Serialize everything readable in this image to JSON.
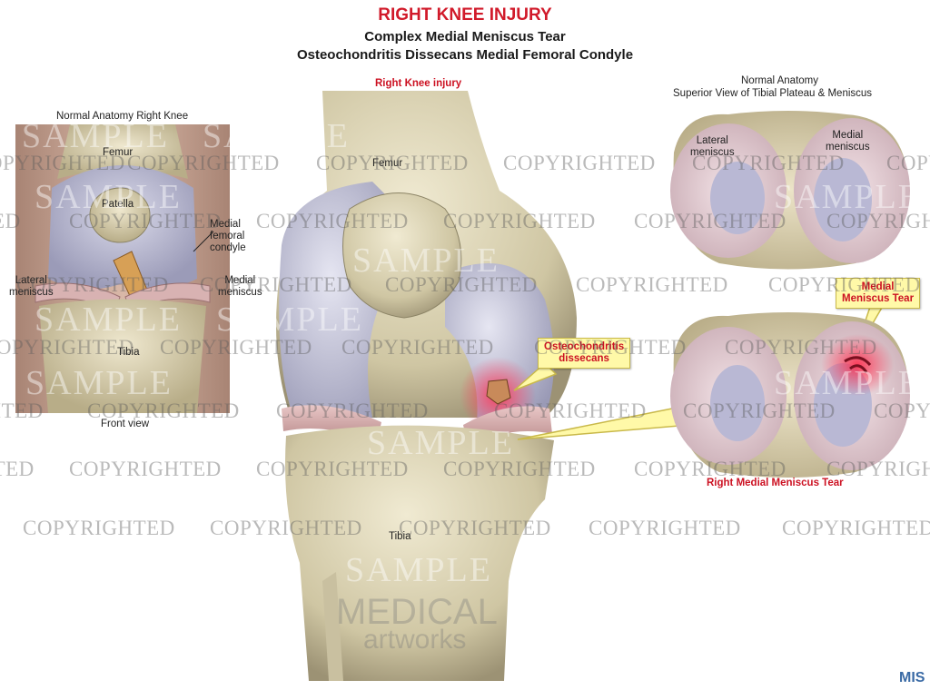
{
  "header": {
    "title": "RIGHT KNEE INJURY",
    "subtitle_1": "Complex Medial Meniscus Tear",
    "subtitle_2": "Osteochondritis Dissecans Medial  Femoral Condyle"
  },
  "left_panel": {
    "title": "Normal Anatomy Right Knee",
    "labels": {
      "femur": "Femur",
      "patella": "Patella",
      "medial_femoral_condyle": "Medial\nfemoral\ncondyle",
      "lateral_meniscus": "Lateral\nmeniscus",
      "medial_meniscus": "Medial\nmeniscus",
      "tibia": "Tibia"
    },
    "caption": "Front view"
  },
  "center_panel": {
    "title": "Right Knee injury",
    "labels": {
      "femur": "Femur",
      "tibia": "Tibia"
    },
    "callout": "Osteochondritis\ndissecans"
  },
  "right_panel": {
    "title_1": "Normal Anatomy",
    "title_2": "Superior View of Tibial Plateau & Meniscus",
    "labels": {
      "lateral_meniscus": "Lateral\nmeniscus",
      "medial_meniscus": "Medial\nmeniscus"
    },
    "callout": "Medial\nMeniscus Tear",
    "caption": "Right Medial Meniscus Tear"
  },
  "watermarks": {
    "copyrighted": "COPYRIGHTED",
    "sample": "SAMPLE",
    "brand_1": "MEDICAL",
    "brand_2": "artworks",
    "logo": "MIS"
  },
  "colors": {
    "title_red": "#d11a2a",
    "callout_bg": "#fff9a8",
    "bone": "#d9d2b4",
    "cartilage": "#b9b9cf",
    "meniscus": "#d9b7b7",
    "injury": "#e0304a"
  }
}
